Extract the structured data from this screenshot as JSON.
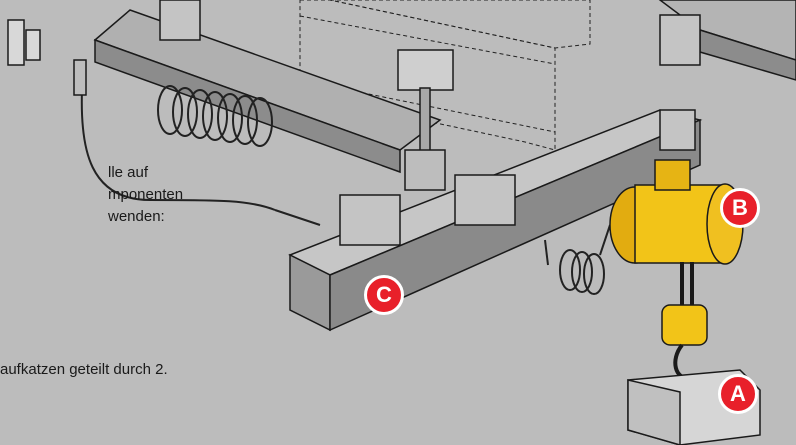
{
  "text_fragments": [
    "lle auf",
    "mponenten",
    "wenden:",
    "aufkatzen geteilt durch 2."
  ],
  "callouts": {
    "a": "A",
    "b": "B",
    "c": "C"
  },
  "colors": {
    "background": "#bcbcbc",
    "callout_red": "#e8202a",
    "hoist_yellow": "#f2c418",
    "outline": "#1a1a1a"
  },
  "icons": [
    "air-hoist-icon",
    "load-block-icon",
    "coiled-air-hose-icon",
    "crane-rail-icon",
    "i-beam-icon"
  ]
}
